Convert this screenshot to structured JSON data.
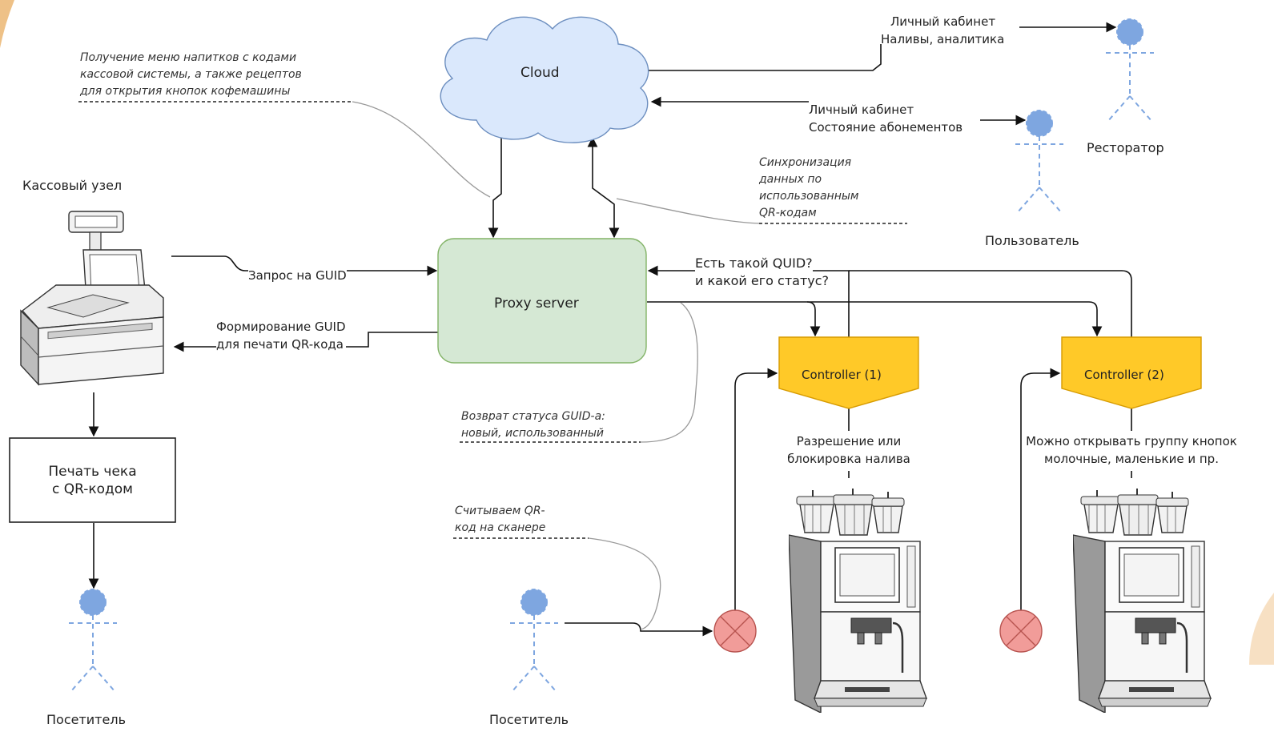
{
  "nodes": {
    "cloud": "Cloud",
    "proxy": "Proxy server",
    "controller1": "Controller (1)",
    "controller2": "Controller (2)",
    "print_receipt": [
      "Печать чека",
      "с QR-кодом"
    ]
  },
  "actors": {
    "cashier_node": "Кассовый узел",
    "visitor_left": "Посетитель",
    "visitor_center": "Посетитель",
    "restaurateur": "Ресторатор",
    "user": "Пользователь"
  },
  "labels": {
    "cabinet_restaurateur": [
      "Личный кабинет",
      "Наливы, аналитика"
    ],
    "cabinet_user": [
      "Личный кабинет",
      "Состояние абонементов"
    ],
    "guid_request": "Запрос на GUID",
    "guid_forming": [
      "Формирование GUID",
      "для печати QR-кода"
    ],
    "guid_check": [
      "Есть такой QUID?",
      "и какой его статус?"
    ],
    "controller1_action": [
      "Разрешение или",
      "блокировка налива"
    ],
    "controller2_action": [
      "Можно открывать группу кнопок",
      "молочные, маленькие и пр."
    ]
  },
  "notes": {
    "menu": [
      "Получение меню напитков с кодами",
      "кассовой системы, а также рецептов",
      "для открытия кнопок кофемашины"
    ],
    "sync": [
      "Синхронизация",
      "данных по",
      "использованным",
      "QR-кодам"
    ],
    "guid_status": [
      "Возврат статуса GUID-а:",
      "новый, использованный"
    ],
    "scan": [
      "Считываем QR-",
      "код на сканере"
    ]
  },
  "colors": {
    "cloud_fill": "#dae8fc",
    "cloud_stroke": "#6c8ebf",
    "proxy_fill": "#d5e8d4",
    "proxy_stroke": "#82b366",
    "controller_fill": "#ffc928",
    "controller_stroke": "#d79b00",
    "actor_blue": "#7ea6e0",
    "stop_fill": "#f19c99",
    "stop_stroke": "#b85450"
  }
}
